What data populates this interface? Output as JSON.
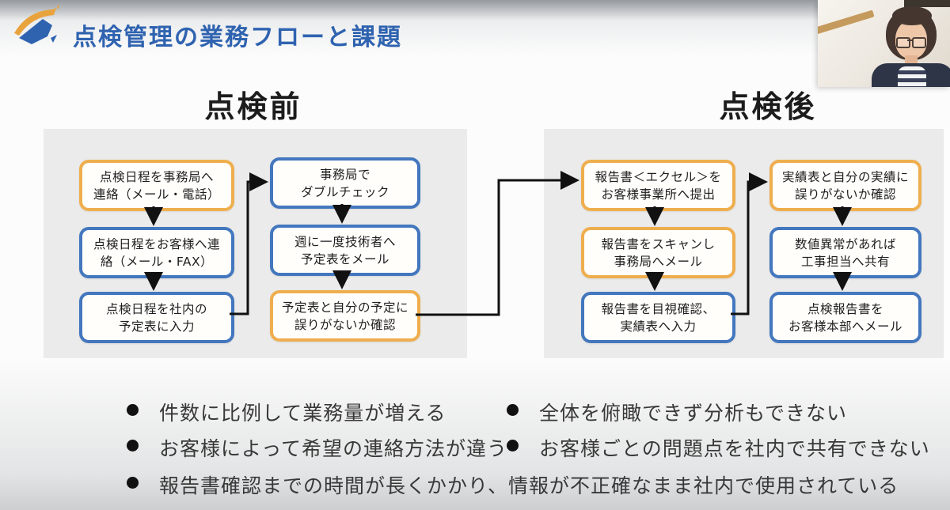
{
  "header": {
    "title": "点検管理の業務フローと課題"
  },
  "sections": {
    "before": {
      "heading": "点検前"
    },
    "after": {
      "heading": "点検後"
    }
  },
  "flow": {
    "before_col1": [
      {
        "line1": "点検日程を事務局へ",
        "line2": "連絡（メール・電話）",
        "style": "orange"
      },
      {
        "line1": "点検日程をお客様へ連",
        "line2": "絡（メール・FAX）",
        "style": "blue"
      },
      {
        "line1": "点検日程を社内の",
        "line2": "予定表に入力",
        "style": "blue"
      }
    ],
    "before_col2": [
      {
        "line1": "事務局で",
        "line2": "ダブルチェック",
        "style": "blue"
      },
      {
        "line1": "週に一度技術者へ",
        "line2": "予定表をメール",
        "style": "blue"
      },
      {
        "line1": "予定表と自分の予定に",
        "line2": "誤りがないか確認",
        "style": "orange"
      }
    ],
    "after_col1": [
      {
        "line1": "報告書＜エクセル＞を",
        "line2": "お客様事業所へ提出",
        "style": "orange"
      },
      {
        "line1": "報告書をスキャンし",
        "line2": "事務局へメール",
        "style": "orange"
      },
      {
        "line1": "報告書を目視確認、",
        "line2": "実績表へ入力",
        "style": "blue"
      }
    ],
    "after_col2": [
      {
        "line1": "実績表と自分の実績に",
        "line2": "誤りがないか確認",
        "style": "orange"
      },
      {
        "line1": "数値異常があれば",
        "line2": "工事担当へ共有",
        "style": "blue"
      },
      {
        "line1": "点検報告書を",
        "line2": "お客様本部へメール",
        "style": "blue"
      }
    ]
  },
  "issues": [
    "件数に比例して業務量が増える",
    "お客様によって希望の連絡方法が違う",
    "全体を俯瞰できず分析もできない",
    "お客様ごとの問題点を社内で共有できない",
    "報告書確認までの時間が長くかかり、情報が不正確なまま社内で使用されている"
  ],
  "colors": {
    "accent_orange": "#EFAE4E",
    "accent_blue": "#4377BE",
    "title_blue": "#2F63B0",
    "arrow_black": "#111111",
    "panel_gray": "#EBEBEB"
  }
}
